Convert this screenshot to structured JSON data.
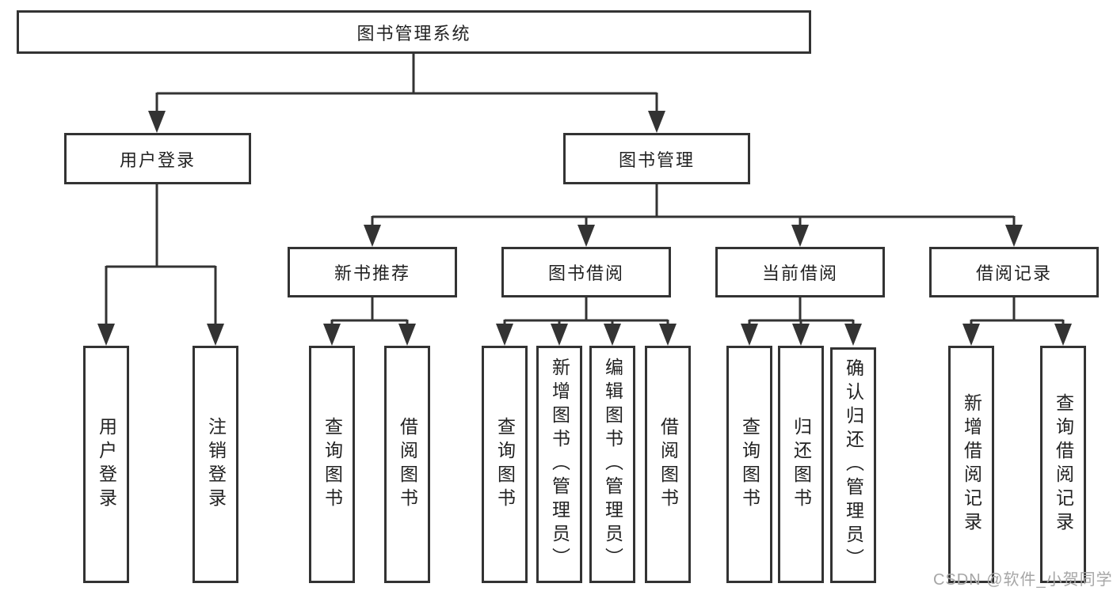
{
  "tree": {
    "root": "图书管理系统",
    "branches": [
      {
        "label": "用户登录",
        "children": [
          {
            "label": "用户登录"
          },
          {
            "label": "注销登录"
          }
        ]
      },
      {
        "label": "图书管理",
        "children": [
          {
            "label": "新书推荐",
            "children": [
              {
                "label": "查询图书"
              },
              {
                "label": "借阅图书"
              }
            ]
          },
          {
            "label": "图书借阅",
            "children": [
              {
                "label": "查询图书"
              },
              {
                "label": "新增图书（管理员）"
              },
              {
                "label": "编辑图书（管理员）"
              },
              {
                "label": "借阅图书"
              }
            ]
          },
          {
            "label": "当前借阅",
            "children": [
              {
                "label": "查询图书"
              },
              {
                "label": "归还图书"
              },
              {
                "label": "确认归还（管理员）"
              }
            ]
          },
          {
            "label": "借阅记录",
            "children": [
              {
                "label": "新增借阅记录"
              },
              {
                "label": "查询借阅记录"
              }
            ]
          }
        ]
      }
    ]
  },
  "watermark": "CSDN @软件_小贺同学",
  "colors": {
    "line": "#333333",
    "text": "#222222",
    "watermark": "#a6a6a6",
    "background": "#ffffff"
  }
}
